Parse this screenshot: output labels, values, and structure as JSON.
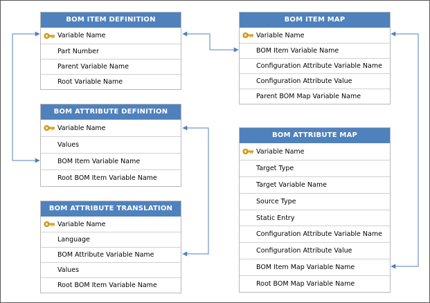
{
  "colors": {
    "header_bg": "#4f81bd",
    "header_text": "#ffffff",
    "connector": "#4f81bd",
    "key_icon": "#e8b020"
  },
  "tables": {
    "bom_item_definition": {
      "title": "BOM ITEM DEFINITION",
      "rows": [
        {
          "label": "Variable Name",
          "icon": "key-icon"
        },
        {
          "label": "Part Number"
        },
        {
          "label": "Parent Variable Name"
        },
        {
          "label": "Root Variable Name"
        }
      ]
    },
    "bom_attribute_definition": {
      "title": "BOM ATTRIBUTE DEFINITION",
      "rows": [
        {
          "label": "Variable Name",
          "icon": "key-icon"
        },
        {
          "label": "Values"
        },
        {
          "label": "BOM Item Variable Name"
        },
        {
          "label": "Root BOM Item Variable Name"
        }
      ]
    },
    "bom_attribute_translation": {
      "title": "BOM ATTRIBUTE TRANSLATION",
      "rows": [
        {
          "label": "Variable Name",
          "icon": "key-icon"
        },
        {
          "label": "Language"
        },
        {
          "label": "BOM Attribute Variable Name"
        },
        {
          "label": "Values"
        },
        {
          "label": "Root BOM Item Variable Name"
        }
      ]
    },
    "bom_item_map": {
      "title": "BOM ITEM MAP",
      "rows": [
        {
          "label": "Variable Name",
          "icon": "key-icon"
        },
        {
          "label": "BOM Item Variable Name"
        },
        {
          "label": "Configuration Attribute Variable Name"
        },
        {
          "label": "Configuration Attribute Value"
        },
        {
          "label": "Parent BOM Map Variable Name"
        }
      ]
    },
    "bom_attribute_map": {
      "title": "BOM ATTRIBUTE MAP",
      "rows": [
        {
          "label": "Variable Name",
          "icon": "key-icon"
        },
        {
          "label": "Target Type"
        },
        {
          "label": "Target Variable Name"
        },
        {
          "label": "Source Type"
        },
        {
          "label": "Static Entry"
        },
        {
          "label": "Configuration Attribute Variable Name"
        },
        {
          "label": "Configuration Attribute Value"
        },
        {
          "label": "BOM Item Map Variable Name"
        },
        {
          "label": "Root BOM Map Variable Name"
        }
      ]
    }
  }
}
